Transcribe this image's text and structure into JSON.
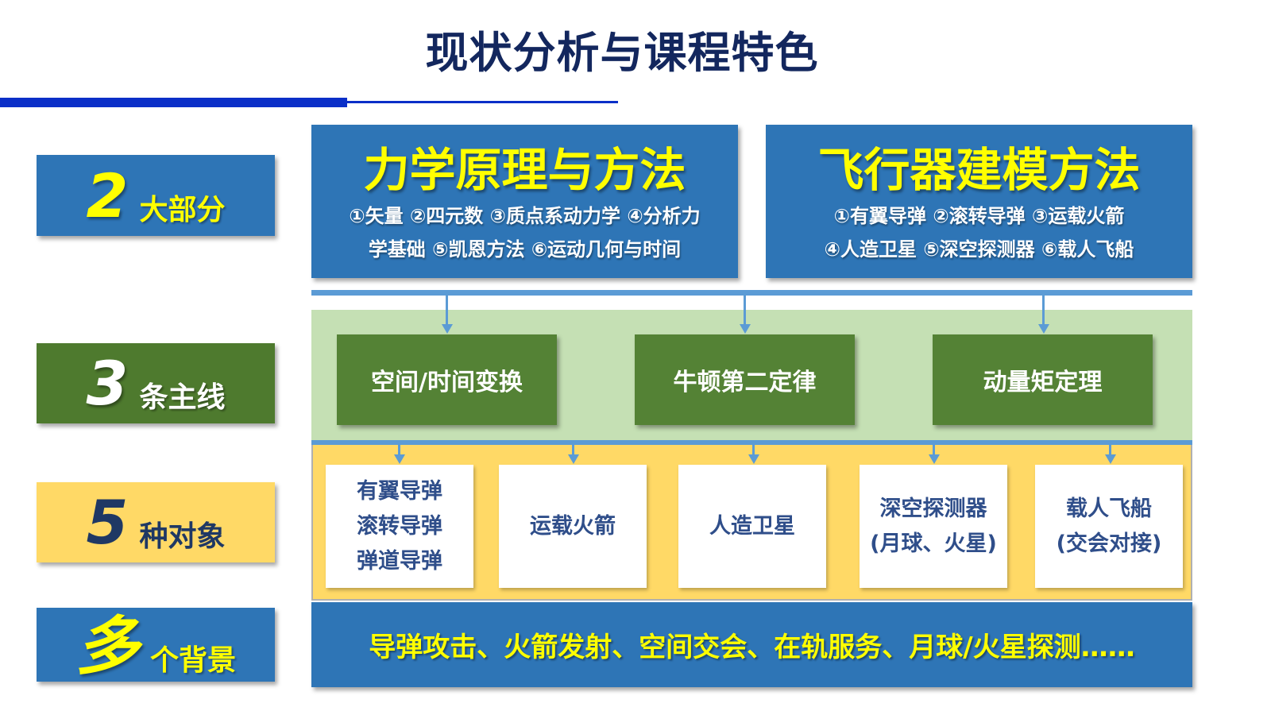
{
  "title": "现状分析与课程特色",
  "labels": [
    {
      "num": "2",
      "text": "大部分"
    },
    {
      "num": "3",
      "text": "条主线"
    },
    {
      "num": "5",
      "text": "种对象"
    },
    {
      "num": "多",
      "text": "个背景"
    }
  ],
  "parts": [
    {
      "heading": "力学原理与方法",
      "lines": [
        "①矢量 ②四元数 ③质点系动力学 ④分析力",
        "学基础 ⑤凯恩方法 ⑥运动几何与时间"
      ]
    },
    {
      "heading": "飞行器建模方法",
      "lines": [
        "①有翼导弹 ②滚转导弹 ③运载火箭",
        "④人造卫星 ⑤深空探测器 ⑥载人飞船"
      ]
    }
  ],
  "mainlines": [
    "空间/时间变换",
    "牛顿第二定律",
    "动量矩定理"
  ],
  "objects": [
    [
      "有翼导弹",
      "滚转导弹",
      "弹道导弹"
    ],
    [
      "运载火箭"
    ],
    [
      "人造卫星"
    ],
    [
      "深空探测器",
      "(月球、火星)"
    ],
    [
      "载人飞船",
      "(交会对接)"
    ]
  ],
  "background": "导弹攻击、火箭发射、空间交会、在轨服务、月球/火星探测……",
  "colors": {
    "blue": "#2e75b6",
    "green": "#548235",
    "yellow": "#ffd966",
    "lightgreen": "#c5e0b4",
    "accent": "#ffff00"
  }
}
